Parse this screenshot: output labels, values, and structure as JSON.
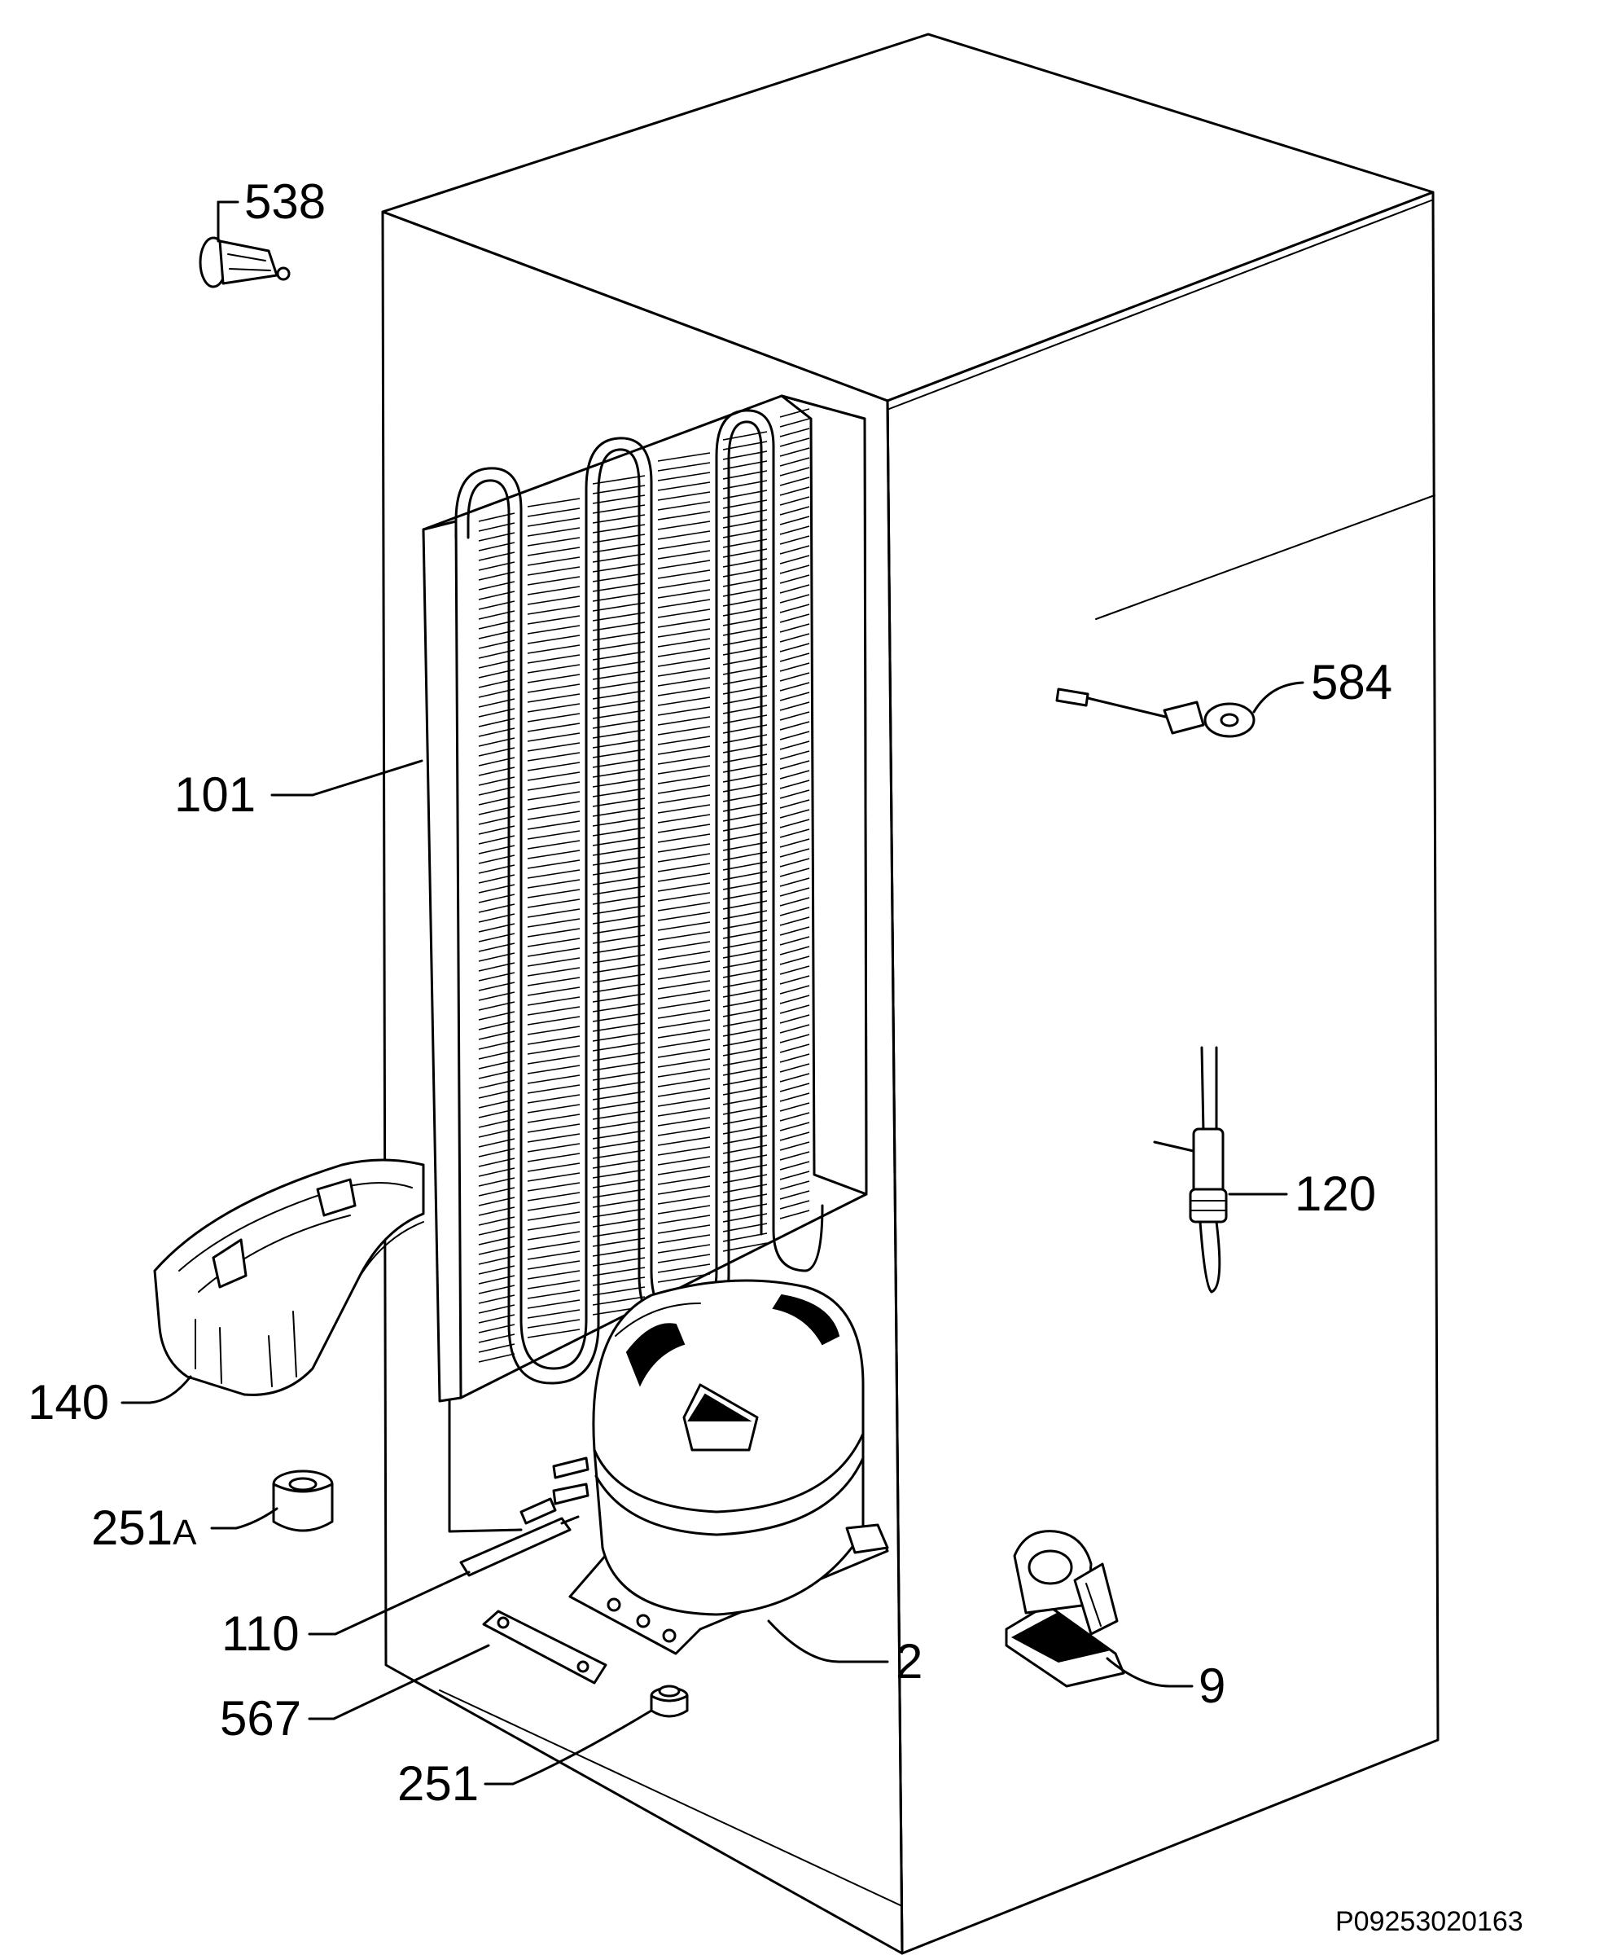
{
  "diagram": {
    "labels": {
      "p538": "538",
      "p584": "584",
      "p101": "101",
      "p120": "120",
      "p140": "140",
      "p251a_num": "251",
      "p251a_suffix": "A",
      "p110": "110",
      "p2": "2",
      "p9": "9",
      "p567": "567",
      "p251": "251"
    },
    "document_code": "P09253020163"
  }
}
